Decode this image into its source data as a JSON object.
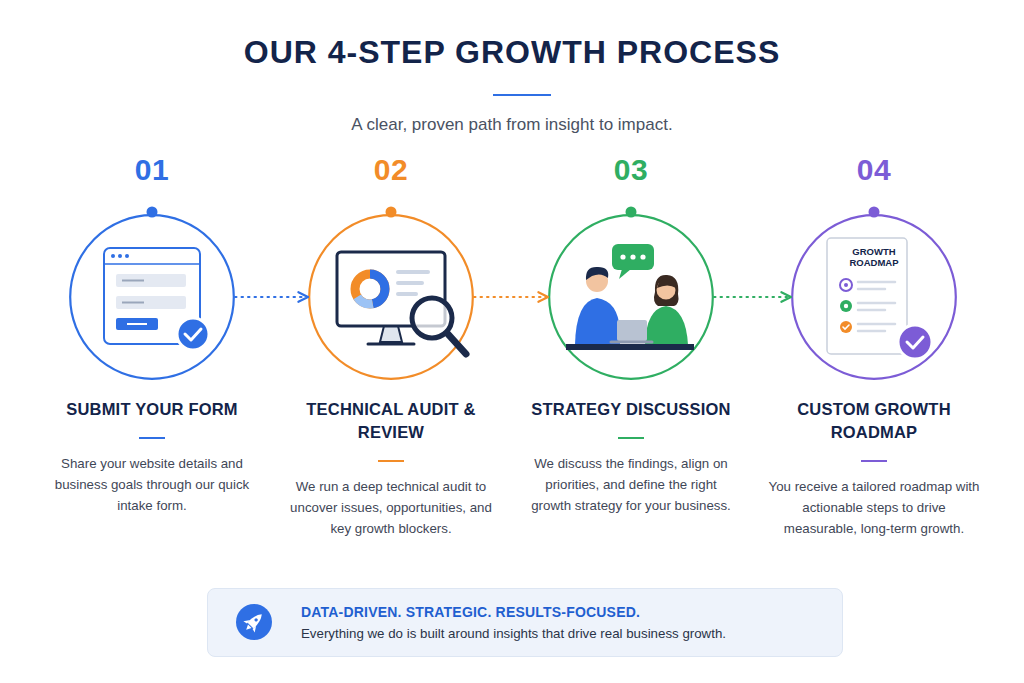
{
  "diagram": {
    "title": "OUR 4-STEP GROWTH PROCESS",
    "nodes": [
      {
        "text": [
          "01",
          "SUBMIT YOUR FORM",
          "Share your website details and business goals through our quick intake form."
        ]
      },
      {
        "text": [
          "02",
          "TECHNICAL AUDIT & REVIEW",
          "We run a deep technical audit to uncover issues, opportunities, and key growth blockers."
        ]
      },
      {
        "text": [
          "03",
          "STRATEGY DISCUSSION",
          "We discuss the findings, align on priorities, and define the right growth strategy for your business."
        ]
      },
      {
        "text": [
          "04",
          "CUSTOM GROWTH ROADMAP",
          "You receive a tailored roadmap with actionable steps to drive measurable, long-term growth."
        ]
      },
      {
        "text": [
          "DATA-DRIVEN. STRATEGIC. RESULTS-FOCUSED.",
          "Everything we do is built around insights that drive real business growth."
        ]
      }
    ],
    "edges": [
      {
        "from": 0,
        "to": 1,
        "arrow": "to"
      },
      {
        "from": 1,
        "to": 2,
        "arrow": "to"
      },
      {
        "from": 2,
        "to": 3,
        "arrow": "to"
      }
    ],
    "labels": [
      "A clear, proven path from insight to impact.",
      "GROWTH ROADMAP"
    ]
  }
}
